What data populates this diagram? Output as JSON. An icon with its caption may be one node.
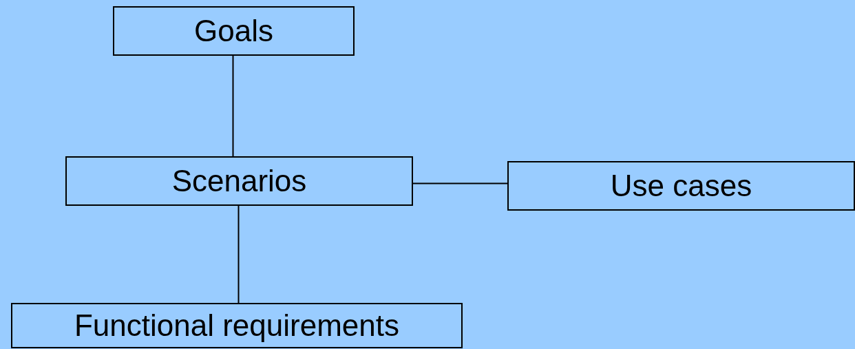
{
  "diagram": {
    "nodes": [
      {
        "text": [
          "Goals"
        ]
      },
      {
        "text": [
          "Scenarios"
        ]
      },
      {
        "text": [
          "Use cases"
        ]
      },
      {
        "text": [
          "Functional requirements"
        ]
      }
    ],
    "edges": [
      {
        "from": 0,
        "to": 1,
        "arrow": "none"
      },
      {
        "from": 1,
        "to": 2,
        "arrow": "none"
      },
      {
        "from": 1,
        "to": 3,
        "arrow": "none"
      }
    ]
  }
}
